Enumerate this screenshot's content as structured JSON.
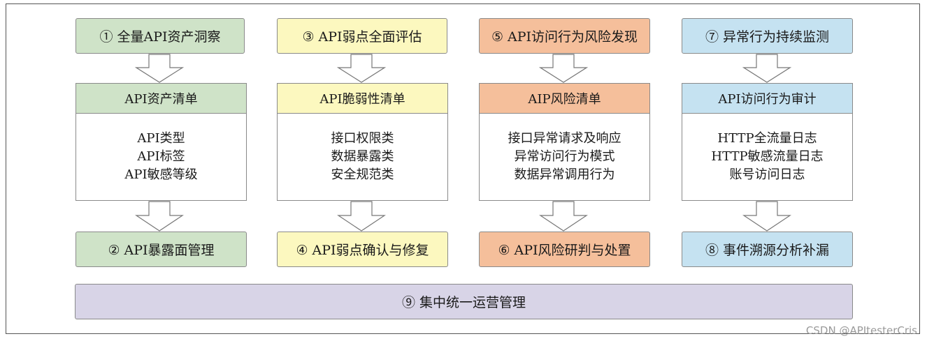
{
  "columns": [
    {
      "top": "① 全量API资产洞察",
      "card_title": "API资产清单",
      "card_items": [
        "API类型",
        "API标签",
        "API敏感等级"
      ],
      "bottom": "② API暴露面管理",
      "color": "#cfe3c8"
    },
    {
      "top": "③ API弱点全面评估",
      "card_title": "API脆弱性清单",
      "card_items": [
        "接口权限类",
        "数据暴露类",
        "安全规范类"
      ],
      "bottom": "④ API弱点确认与修复",
      "color": "#fcf8bf"
    },
    {
      "top": "⑤ API访问行为风险发现",
      "card_title": "AIP风险清单",
      "card_items": [
        "接口异常请求及响应",
        "异常访问行为模式",
        "数据异常调用行为"
      ],
      "bottom": "⑥ API风险研判与处置",
      "color": "#f5bf9b"
    },
    {
      "top": "⑦ 异常行为持续监测",
      "card_title": "API访问行为审计",
      "card_items": [
        "HTTP全流量日志",
        "HTTP敏感流量日志",
        "账号访问日志"
      ],
      "bottom": "⑧ 事件溯源分析补漏",
      "color": "#c5e2f1"
    }
  ],
  "footer": "⑨ 集中统一运营管理",
  "footer_color": "#d8d4e7",
  "watermark": "CSDN @APItesterCris"
}
